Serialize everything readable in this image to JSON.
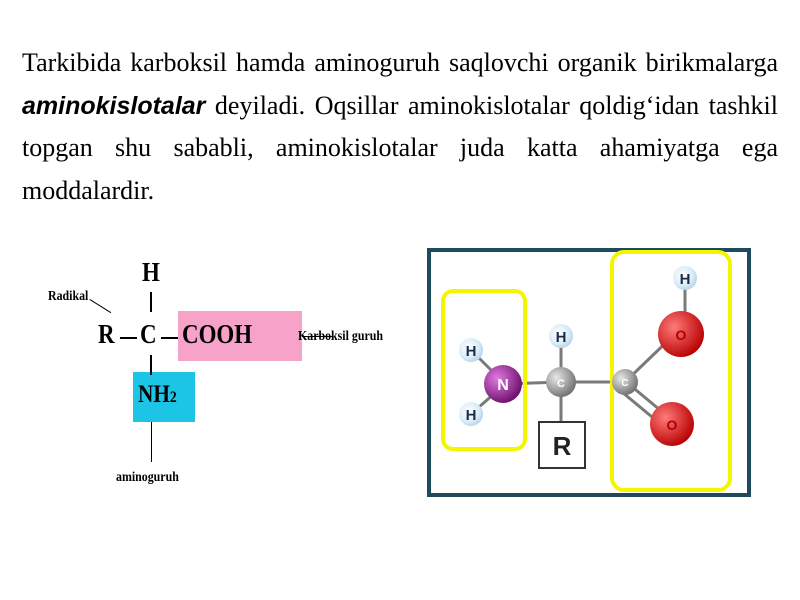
{
  "paragraph": {
    "part1": "Tarkibida karboksil hamda aminoguruh saqlovchi organik birikmalarga ",
    "highlight": "aminokislotalar",
    "part2": " deyiladi. Oqsillar aminokislotalar qoldig‘idan tashkil topgan shu sababli, aminokislotalar juda katta ahamiyatga ega moddalardir."
  },
  "formula_diagram": {
    "top_h": "H",
    "r": "R",
    "c": "C",
    "cooh": "COOH",
    "nh2_n": "NH",
    "nh2_sub": "2",
    "label_radical": "Radikal",
    "label_carboxyl": "Karboksil guruh",
    "label_amino": "aminoguruh",
    "pink_color": "#f7a2c8",
    "cyan_color": "#1cc4e6"
  },
  "model_diagram": {
    "atoms": {
      "h1": "H",
      "h2": "H",
      "n": "N",
      "hc": "H",
      "c1": "C",
      "c2": "C",
      "h_top": "H",
      "o1": "O",
      "o2": "O",
      "r": "R"
    },
    "highlight_color": "#f5f500",
    "nitrogen_color": "#8a1f8a",
    "oxygen_color": "#d61515",
    "carbon_color": "#8f8f8f"
  }
}
